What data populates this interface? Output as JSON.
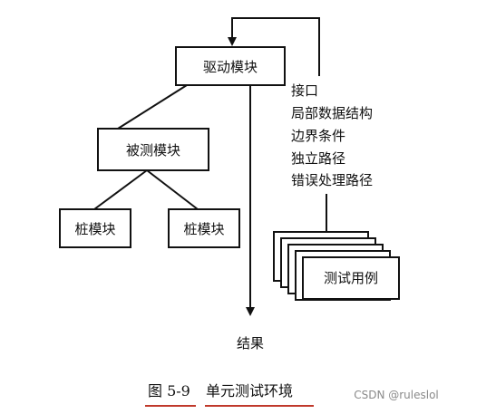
{
  "diagram": {
    "driver_module": "驱动模块",
    "module_under_test": "被测模块",
    "stub_left": "桩模块",
    "stub_right": "桩模块",
    "result": "结果",
    "test_cases": "测试用例",
    "test_items": [
      "接口",
      "局部数据结构",
      "边界条件",
      "独立路径",
      "错误处理路径"
    ]
  },
  "caption": {
    "figure_number": "图 5-9",
    "title": "单元测试环境"
  },
  "watermark": "CSDN @ruleslol",
  "colors": {
    "caption_underline": "#c0392b",
    "line": "#111111"
  }
}
